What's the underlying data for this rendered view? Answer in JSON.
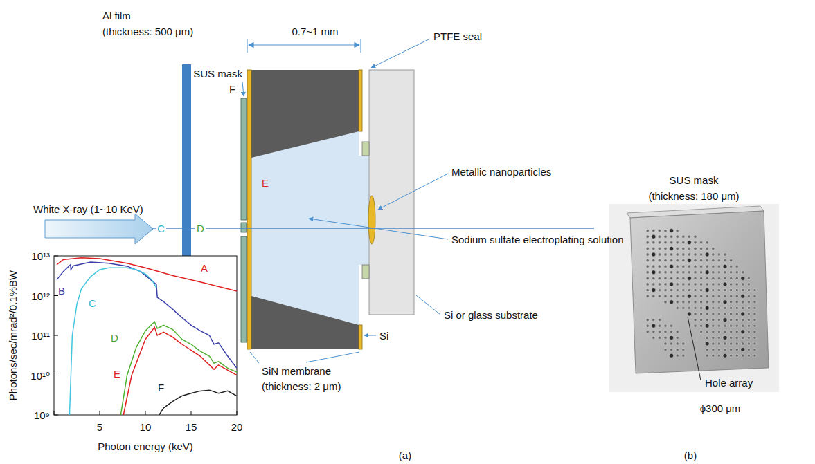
{
  "diagram": {
    "labels": [
      "Al film",
      "(thickness: 500 μm)",
      "White X-ray (1~10 KeV)",
      "C",
      "D",
      "SUS mask",
      "F",
      "0.7~1 mm",
      "PTFE seal",
      "E",
      "Metallic nanoparticles",
      "Sodium sulfate electroplating solution",
      "Si",
      "Si or glass substrate",
      "SiN membrane",
      "(thickness: 2 μm)",
      "(a)",
      "SUS mask",
      "(thickness: 180 μm)",
      "Hole array",
      "ϕ300 μm",
      "(b)",
      "10¹³",
      "10¹²",
      "10¹¹",
      "10¹⁰",
      "10⁹",
      "5",
      "10",
      "15",
      "20",
      "Photon energy (keV)",
      "Photons/sec/mrad²/0.1%BW",
      "A",
      "B",
      "C",
      "D",
      "E",
      "F"
    ]
  }
}
